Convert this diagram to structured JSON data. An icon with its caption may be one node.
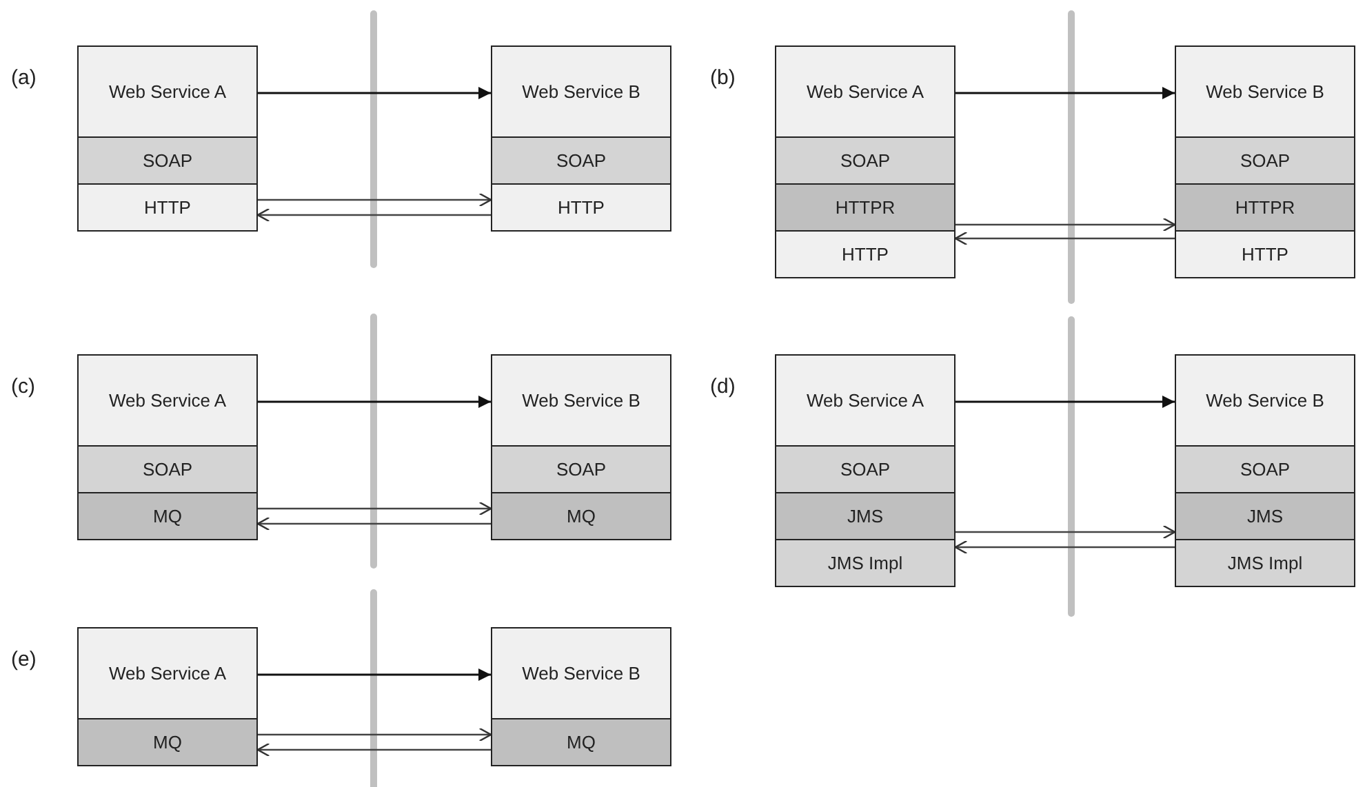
{
  "diagram": {
    "nodes": [
      {
        "text": [
          "Web Service A"
        ]
      },
      {
        "text": [
          "SOAP"
        ]
      },
      {
        "text": [
          "HTTP"
        ]
      },
      {
        "text": [
          "Web Service B"
        ]
      },
      {
        "text": [
          "SOAP"
        ]
      },
      {
        "text": [
          "HTTP"
        ]
      },
      {
        "text": [
          "Web Service A"
        ]
      },
      {
        "text": [
          "SOAP"
        ]
      },
      {
        "text": [
          "HTTPR"
        ]
      },
      {
        "text": [
          "HTTP"
        ]
      },
      {
        "text": [
          "Web Service B"
        ]
      },
      {
        "text": [
          "SOAP"
        ]
      },
      {
        "text": [
          "HTTPR"
        ]
      },
      {
        "text": [
          "HTTP"
        ]
      },
      {
        "text": [
          "Web Service A"
        ]
      },
      {
        "text": [
          "SOAP"
        ]
      },
      {
        "text": [
          "MQ"
        ]
      },
      {
        "text": [
          "Web Service B"
        ]
      },
      {
        "text": [
          "SOAP"
        ]
      },
      {
        "text": [
          "MQ"
        ]
      },
      {
        "text": [
          "Web Service A"
        ]
      },
      {
        "text": [
          "SOAP"
        ]
      },
      {
        "text": [
          "JMS"
        ]
      },
      {
        "text": [
          "JMS Impl"
        ]
      },
      {
        "text": [
          "Web Service B"
        ]
      },
      {
        "text": [
          "SOAP"
        ]
      },
      {
        "text": [
          "JMS"
        ]
      },
      {
        "text": [
          "JMS Impl"
        ]
      },
      {
        "text": [
          "Web Service A"
        ]
      },
      {
        "text": [
          "MQ"
        ]
      },
      {
        "text": [
          "Web Service B"
        ]
      },
      {
        "text": [
          "MQ"
        ]
      }
    ],
    "edges": [
      {
        "from": 0,
        "to": 3,
        "arrow": "to"
      },
      {
        "from": 2,
        "to": 5,
        "arrow": "to"
      },
      {
        "from": 5,
        "to": 2,
        "arrow": "to"
      },
      {
        "from": 6,
        "to": 10,
        "arrow": "to"
      },
      {
        "from": 8,
        "to": 12,
        "arrow": "to"
      },
      {
        "from": 13,
        "to": 9,
        "arrow": "to"
      },
      {
        "from": 14,
        "to": 17,
        "arrow": "to"
      },
      {
        "from": 16,
        "to": 19,
        "arrow": "to"
      },
      {
        "from": 19,
        "to": 16,
        "arrow": "to"
      },
      {
        "from": 20,
        "to": 24,
        "arrow": "to"
      },
      {
        "from": 22,
        "to": 26,
        "arrow": "to"
      },
      {
        "from": 27,
        "to": 23,
        "arrow": "to"
      },
      {
        "from": 28,
        "to": 30,
        "arrow": "to"
      },
      {
        "from": 29,
        "to": 31,
        "arrow": "to"
      },
      {
        "from": 31,
        "to": 29,
        "arrow": "to"
      }
    ],
    "labels": [
      "(a)",
      "(b)",
      "(c)",
      "(d)",
      "(e)"
    ]
  }
}
